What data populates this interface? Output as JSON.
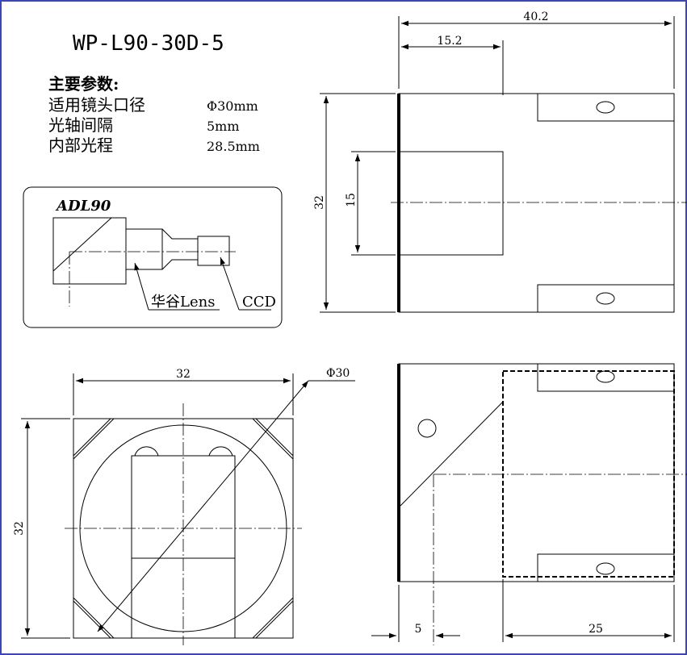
{
  "title": "WP-L90-30D-5",
  "params": {
    "heading": "主要参数:",
    "rows": [
      {
        "label": "适用镜头口径",
        "value": "Φ30mm"
      },
      {
        "label": "光轴间隔",
        "value": "5mm"
      },
      {
        "label": "内部光程",
        "value": "28.5mm"
      }
    ]
  },
  "inset": {
    "model": "ADL90",
    "lens_label": "华谷Lens",
    "camera_label": "CCD"
  },
  "dimensions": {
    "top_total_width": "40.2",
    "top_partial_width": "15.2",
    "top_height": "32",
    "top_inner_height": "15",
    "front_width": "32",
    "front_diameter": "Φ30",
    "front_height": "32",
    "bottom_small_width": "5",
    "bottom_large_width": "25"
  },
  "colors": {
    "frame_border": "#3b46b8",
    "line": "#000000"
  }
}
